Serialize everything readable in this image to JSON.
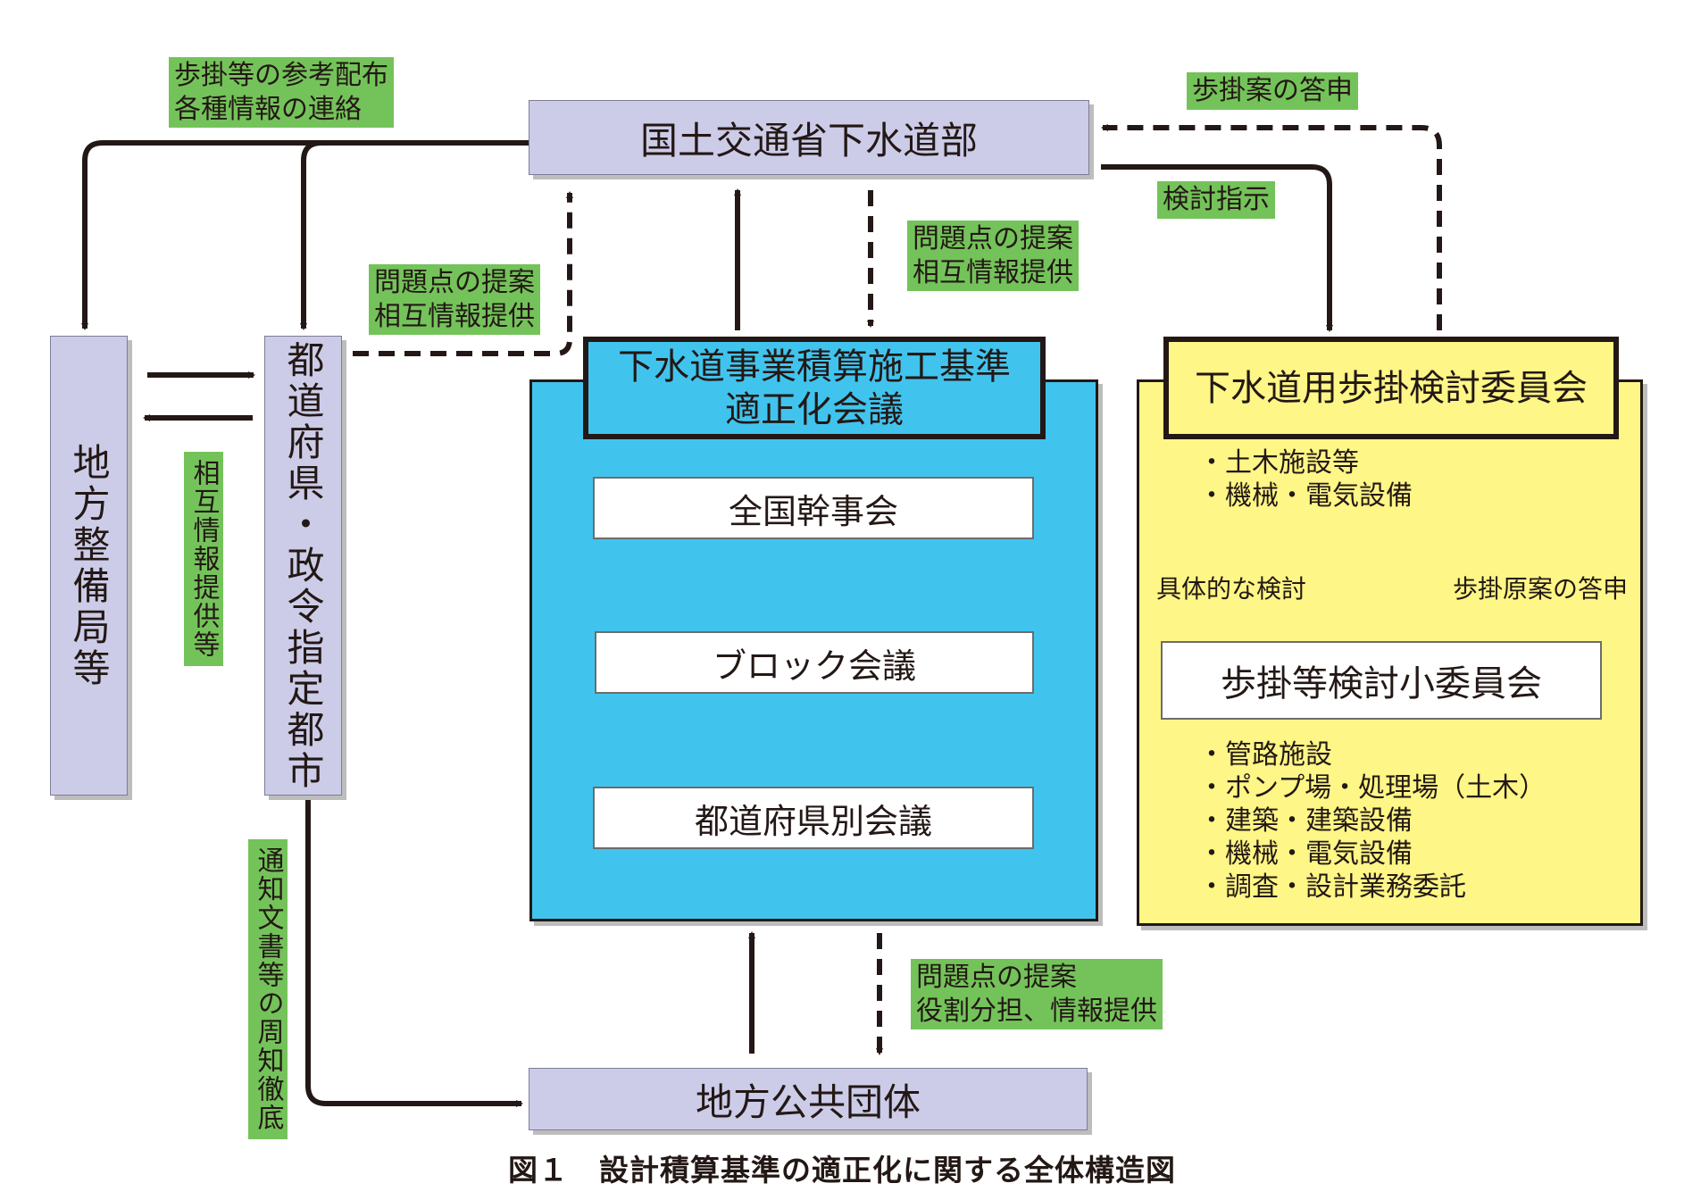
{
  "nodes": {
    "mlit": "国土交通省下水道部",
    "regional_bureau": "地方整備局等",
    "prefecture": "都道府県・政令指定都市",
    "local_government": "地方公共団体",
    "council_title": "下水道事業積算施工基準\n適正化会議",
    "national_secretary": "全国幹事会",
    "block_meeting": "ブロック会議",
    "prefecture_meeting": "都道府県別会議",
    "committee_title": "下水道用歩掛検討委員会",
    "subcommittee": "歩掛等検討小委員会"
  },
  "committee_items_top": [
    "土木施設等",
    "機械・電気設備"
  ],
  "committee_items_bottom": [
    "管路施設",
    "ポンプ場・処理場（土木）",
    "建築・建築設備",
    "機械・電気設備",
    "調査・設計業務委託"
  ],
  "committee_labels": {
    "down": "具体的な検討",
    "up": "歩掛原案の答申"
  },
  "tags": {
    "distribution": "歩掛等の参考配布\n各種情報の連絡",
    "answer": "歩掛案の答申",
    "instruction": "検討指示",
    "proposal_center": "問題点の提案\n相互情報提供",
    "proposal_left": "問題点の提案\n相互情報提供",
    "mutual_info": "相互情報提供等",
    "notice": "通知文書等の周知徹底",
    "proposal_bottom": "問題点の提案\n役割分担、情報提供"
  },
  "caption": "図１　設計積算基準の適正化に関する全体構造図",
  "colors": {
    "lavender": "#cccce8",
    "council_blue": "#40c4ee",
    "committee_yellow": "#fef686",
    "tag_green": "#74c35a",
    "line": "#231815"
  }
}
